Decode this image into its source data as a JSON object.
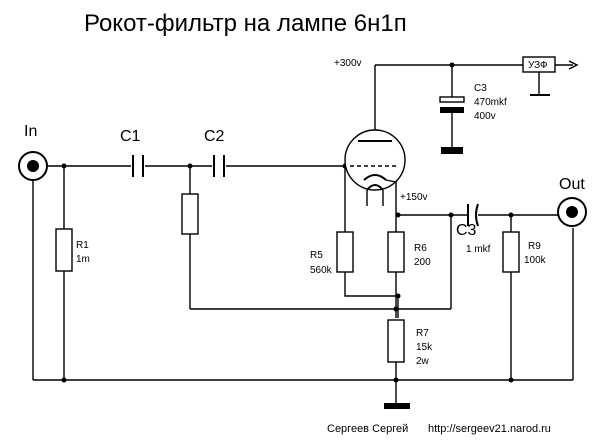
{
  "title": "Рокот-фильтр на лампе 6н1п",
  "labels": {
    "input": "In",
    "output": "Out",
    "supply_300": "+300v",
    "supply_150": "+150v",
    "uzf": "УЗФ"
  },
  "components": {
    "c1": {
      "name": "C1"
    },
    "c2": {
      "name": "C2"
    },
    "c3_coupling": {
      "name": "C3",
      "value": "1 mkf"
    },
    "c3_filter": {
      "name": "C3",
      "value": "470mkf",
      "voltage": "400v"
    },
    "r1": {
      "name": "R1",
      "value": "1m"
    },
    "r5": {
      "name": "R5",
      "value": "560k"
    },
    "r6": {
      "name": "R6",
      "value": "200"
    },
    "r7": {
      "name": "R7",
      "value": "15k",
      "power": "2w"
    },
    "r9": {
      "name": "R9",
      "value": "100k"
    }
  },
  "footer": {
    "author": "Сергеев Сергей",
    "url": "http://sergeev21.narod.ru"
  }
}
